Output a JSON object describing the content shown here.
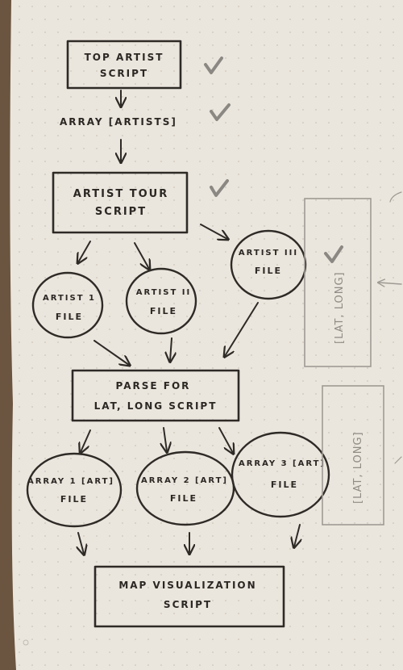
{
  "nodes": {
    "top_artist_script": [
      "TOP ARTIST",
      "SCRIPT"
    ],
    "array_artists": "ARRAY [ARTISTS]",
    "artist_tour_script": [
      "ARTIST TOUR",
      "SCRIPT"
    ],
    "artist_1_file": [
      "ARTIST 1",
      "FILE"
    ],
    "artist_2_file": [
      "ARTIST II",
      "FILE"
    ],
    "artist_3_file": [
      "ARTIST III",
      "FILE"
    ],
    "parse_script": [
      "PARSE FOR",
      "LAT, LONG SCRIPT"
    ],
    "array1_file": [
      "ARRAY 1 [ART]",
      "FILE"
    ],
    "array2_file": [
      "ARRAY 2 [ART]",
      "FILE"
    ],
    "array3_file": [
      "ARRAY 3 [ART]",
      "FILE"
    ],
    "map_script": [
      "MAP VISUALIZATION",
      "SCRIPT"
    ]
  },
  "side_notes": {
    "upper": "[LAT, LONG]",
    "lower": "[LAT, LONG]"
  },
  "colors": {
    "paper": "#ebe6dd",
    "ink": "#2e2a26",
    "dots": "#c9c4bb",
    "pencil": "#8b8883"
  }
}
